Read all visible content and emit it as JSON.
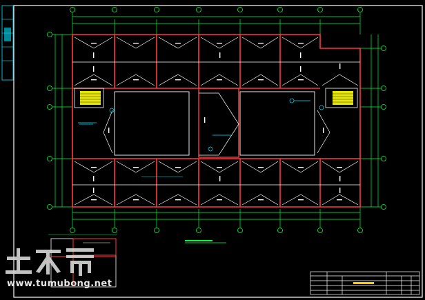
{
  "drawing": {
    "type": "cad-floor-plan",
    "background": "#000000",
    "colors": {
      "frame": "#ffffff",
      "dimension": "#00ff33",
      "wall": "#ff3b3b",
      "structure": "#ffffff",
      "axis_marker": "#00ff33",
      "annotation": "#00e5ff",
      "title_block": "#ffffff"
    },
    "watermark": {
      "logo_text": "土木帝",
      "url": "www.tumubong.net"
    },
    "title_block": {
      "rows": 5,
      "cols": 6
    }
  }
}
